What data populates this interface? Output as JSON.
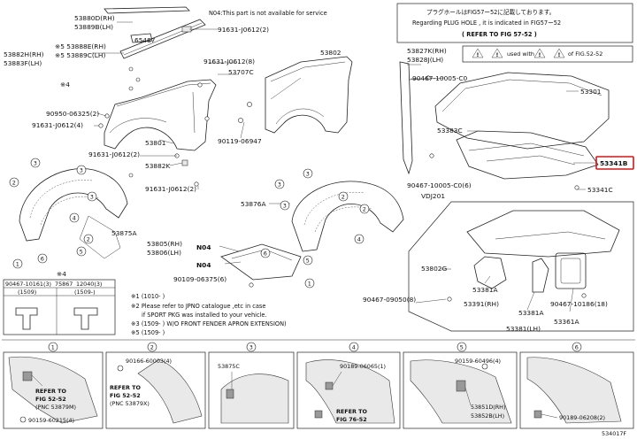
{
  "header": {
    "note_jp": "プラグホールはFIG57ー52に記載しております。",
    "note_en_1": "Regarding PLUG HOLE , it is indicated in FIG57ー52",
    "note_en_2": "( REFER TO FIG 57-52 )",
    "caution_mid": "used with",
    "caution_ref": "of FIG.52-52",
    "no_service": "N04:This part is not available for service"
  },
  "part_labels": [
    {
      "id": "p53880",
      "text": "53880D(RH)"
    },
    {
      "id": "p53880b",
      "text": "53889B(LH)"
    },
    {
      "id": "p65487",
      "text": "65487"
    },
    {
      "id": "p91631a",
      "text": "91631-J0612(2)"
    },
    {
      "id": "p53882h",
      "text": "53882H(RH)"
    },
    {
      "id": "p53883f",
      "text": "53883F(LH)"
    },
    {
      "id": "p53388e",
      "text": "※5 53888E(RH)"
    },
    {
      "id": "p53389c",
      "text": "※5 53889C(LH)"
    },
    {
      "id": "m4a",
      "text": "※4"
    },
    {
      "id": "p91631b",
      "text": "91631-J0612(8)"
    },
    {
      "id": "p53707c",
      "text": "53707C"
    },
    {
      "id": "p53802",
      "text": "53802"
    },
    {
      "id": "p90950",
      "text": "90950-06325(2)"
    },
    {
      "id": "p91631c",
      "text": "91631-J0612(4)"
    },
    {
      "id": "p53801",
      "text": "53801"
    },
    {
      "id": "p90119",
      "text": "90119-06947"
    },
    {
      "id": "p91631d",
      "text": "91631-J0612(2)"
    },
    {
      "id": "p53882k",
      "text": "53882K"
    },
    {
      "id": "p91631e",
      "text": "91631-J0612(2)"
    },
    {
      "id": "p53827k",
      "text": "53827K(RH)"
    },
    {
      "id": "p53828j",
      "text": "53828J(LH)"
    },
    {
      "id": "p90467a",
      "text": "90467-10005-C0"
    },
    {
      "id": "p53301",
      "text": "53301"
    },
    {
      "id": "p53383c",
      "text": "53383C"
    },
    {
      "id": "p53341b",
      "text": "53341B"
    },
    {
      "id": "p53341c",
      "text": "53341C"
    },
    {
      "id": "p90467b",
      "text": "90467-10005-C0(6)"
    },
    {
      "id": "vdjcl",
      "text": "VDJ201"
    },
    {
      "id": "p53876a",
      "text": "53876A"
    },
    {
      "id": "p53875a",
      "text": "53875A"
    },
    {
      "id": "p53805",
      "text": "53805(RH)"
    },
    {
      "id": "p53806",
      "text": "53806(LH)"
    },
    {
      "id": "n04a",
      "text": "N04"
    },
    {
      "id": "n04b",
      "text": "N04"
    },
    {
      "id": "p90109",
      "text": "90109-06375(6)"
    },
    {
      "id": "p53802g",
      "text": "53802G"
    },
    {
      "id": "p53381a",
      "text": "53381A"
    },
    {
      "id": "p53391",
      "text": "53391(RH)"
    },
    {
      "id": "p53381a2",
      "text": "53381A"
    },
    {
      "id": "p53381",
      "text": "53381(LH)"
    },
    {
      "id": "p90467c",
      "text": "90467-09050(8)"
    },
    {
      "id": "p90467d",
      "text": "90467-10186(18)"
    },
    {
      "id": "p53361a",
      "text": "53361A"
    },
    {
      "id": "m4b",
      "text": "※4"
    },
    {
      "id": "tbl_a",
      "text": "90467-10161(3)"
    },
    {
      "id": "tbl_b",
      "text": "75867"
    },
    {
      "id": "tbl_c",
      "text": "12040(3)"
    },
    {
      "id": "tbl_d",
      "text": "(1509)"
    },
    {
      "id": "tbl_e",
      "text": "(1509-)"
    }
  ],
  "footnotes": [
    "※1 (1010-   )",
    "※2 Please refer to JPNO catalogue ,etc in case",
    "if SPORT PKG was installed to your vehicle.",
    "※3 (1509-   ) W/O FRONT FENDER APRON EXTENSION)",
    "※5 (1509-   )"
  ],
  "detail_numbers": [
    "1",
    "2",
    "3",
    "4",
    "5",
    "6"
  ],
  "detail_labels": {
    "d1_refer": "REFER TO",
    "d1_fig": "FIG 52-52",
    "d1_pnc": "(PNC 53879M)",
    "d1_part": "90159-60215(4)",
    "d2_part": "90166-60003(4)",
    "d2_refer": "REFER TO",
    "d2_fig": "FIG 52-52",
    "d2_pnc": "(PNC 53879X)",
    "d3_part": "53875C",
    "d4_part": "90189-06065(1)",
    "d4_refer": "REFER TO",
    "d4_fig": "FIG 76-52",
    "d5_part": "90159-60496(4)",
    "d5_rh": "53851D(RH)",
    "d5_lh": "53852B(LH)",
    "d6_part": "90189-06208(2)"
  },
  "page_id": "534017F",
  "colors": {
    "highlight": "#d01818",
    "line": "#222222"
  }
}
